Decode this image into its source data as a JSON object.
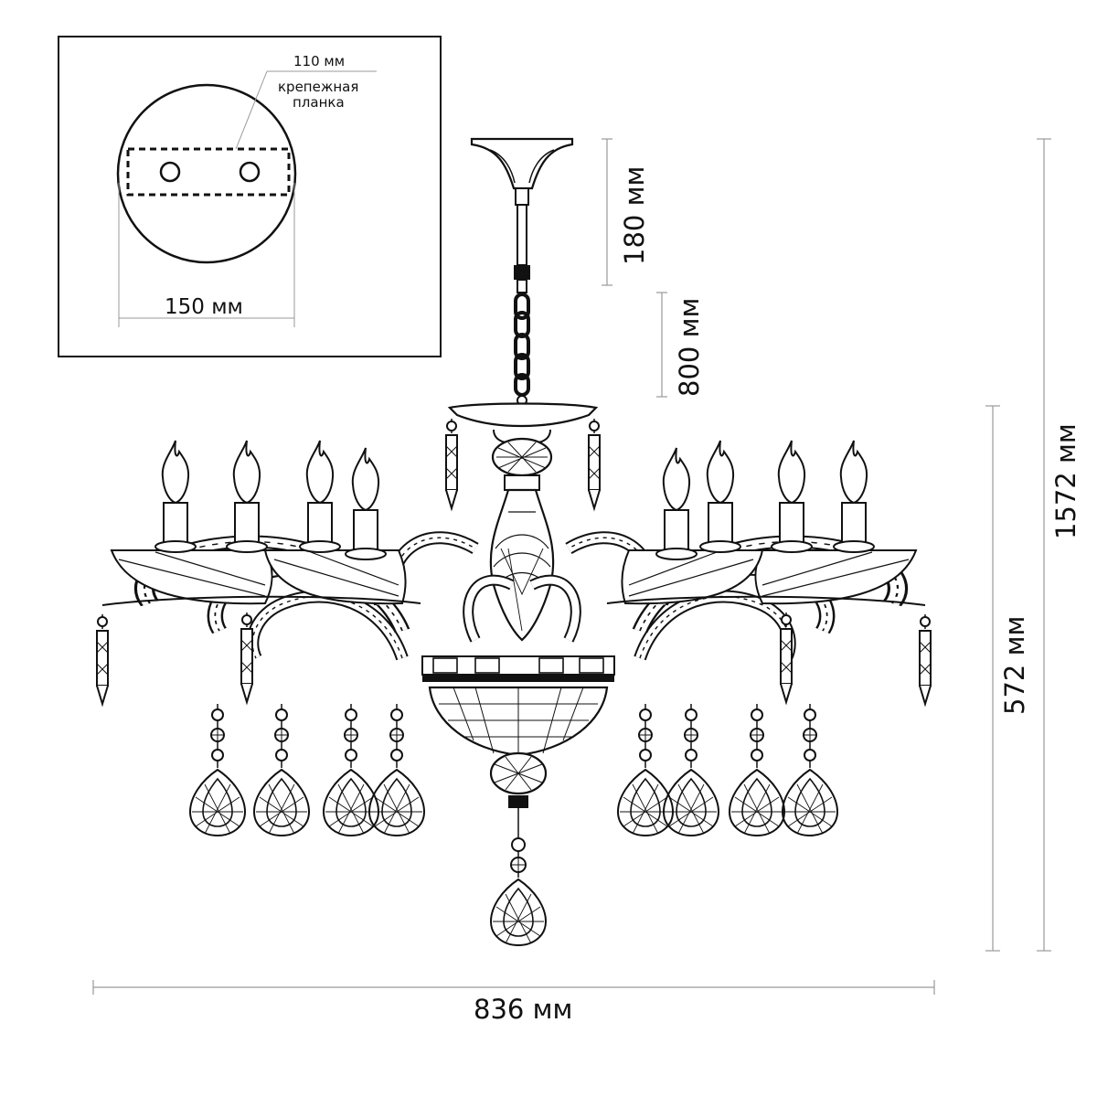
{
  "inset": {
    "plate_width": "110 мм",
    "plate_label_line1": "крепежная",
    "plate_label_line2": "планка",
    "canopy_diameter": "150 мм"
  },
  "dimensions": {
    "canopy_height": "180 мм",
    "chain_length": "800 мм",
    "body_height": "572 мм",
    "total_height": "1572 мм",
    "width": "836 мм"
  },
  "colors": {
    "line": "#111111",
    "background": "#ffffff"
  }
}
